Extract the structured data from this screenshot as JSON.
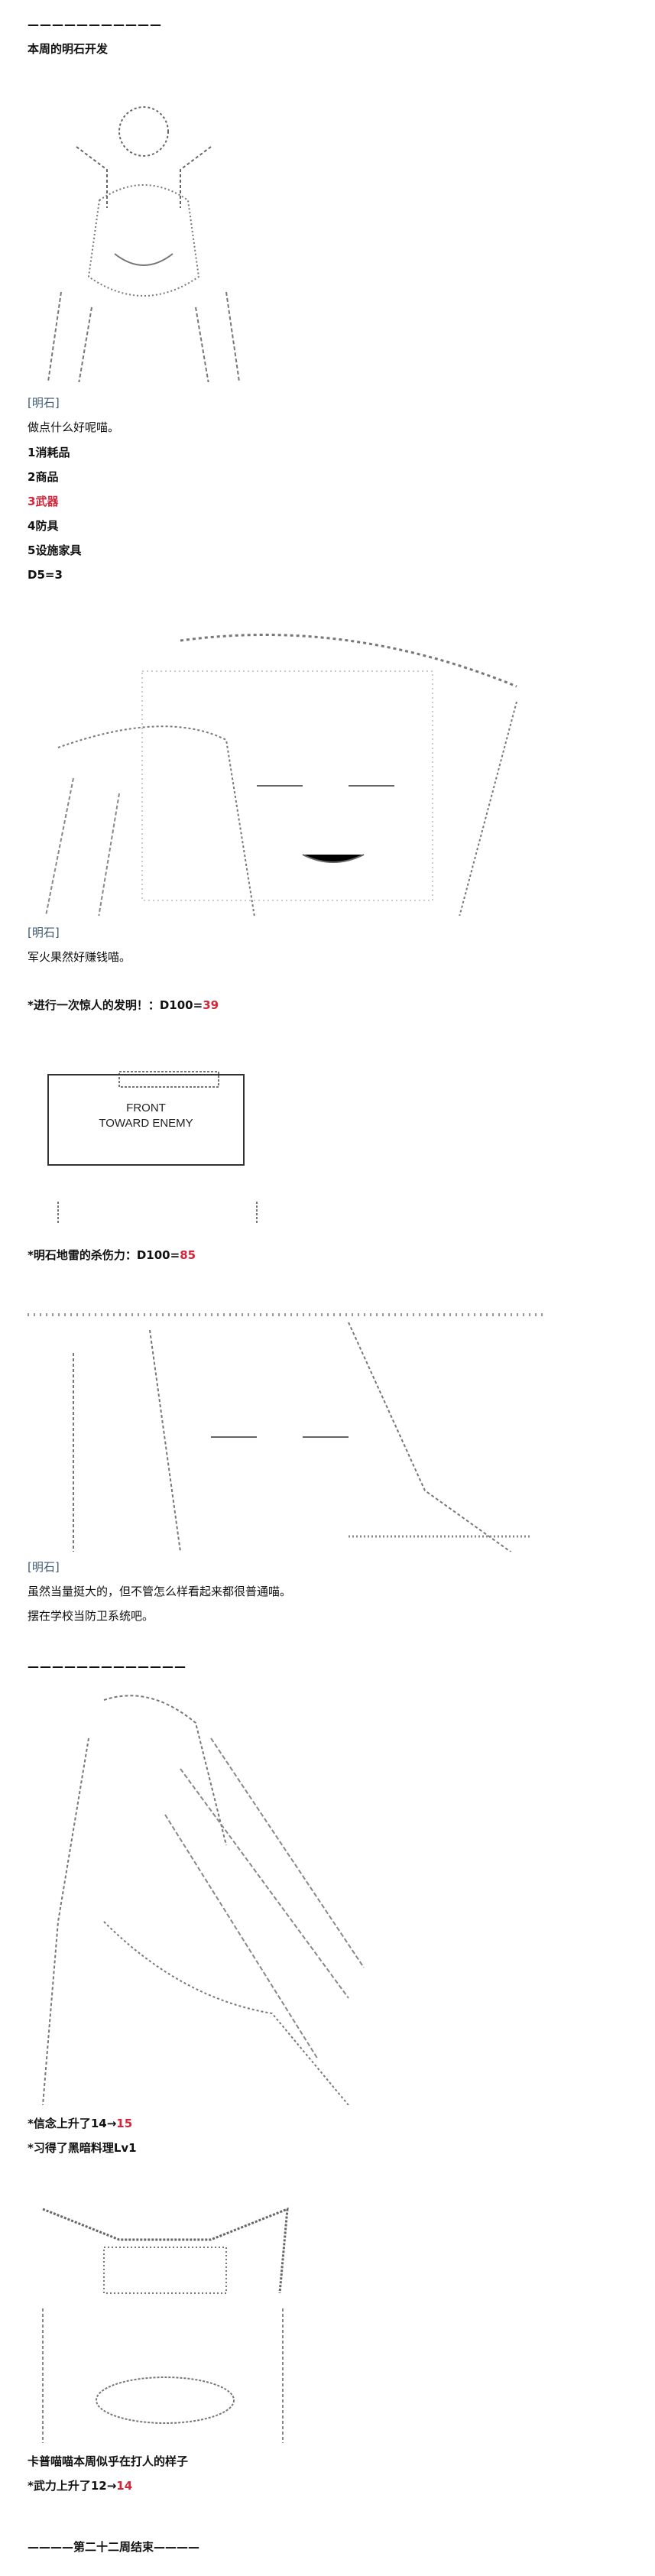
{
  "header": {
    "separator": "———————————",
    "title": "本周的明石开发"
  },
  "block1": {
    "speaker": "[明石]",
    "line": "做点什么好呢喵。",
    "options": [
      {
        "number": "1",
        "label": "消耗品"
      },
      {
        "number": "2",
        "label": "商品"
      },
      {
        "number": "3",
        "label": "武器"
      },
      {
        "number": "4",
        "label": "防具"
      },
      {
        "number": "5",
        "label": "设施家具"
      }
    ],
    "dice": "D5=3"
  },
  "block2": {
    "speaker": "[明石]",
    "line": "军火果然好赚钱喵。",
    "roll_label": "*进行一次惊人的发明！：D100=",
    "roll_value": "39"
  },
  "claymore_sign": {
    "line1": "FRONT",
    "line2": "TOWARD ENEMY"
  },
  "block3": {
    "roll_label": "*明石地雷的杀伤力：D100=",
    "roll_value": "85",
    "speaker": "[明石]",
    "line1": "虽然当量挺大的，但不管怎么样看起来都很普通喵。",
    "line2": "摆在学校当防卫系统吧。"
  },
  "block4": {
    "separator": "—————————————",
    "faith_label": "*信念上升了14→",
    "faith_value": "15",
    "skill": "*习得了黑暗料理Lv1",
    "status": "卡普喵喵本周似乎在打人的样子",
    "power_label": "*武力上升了12→",
    "power_value": "14"
  },
  "footer": {
    "end_text": "————第二十二周结束————"
  },
  "colors": {
    "highlight": "#d6243b",
    "speaker": "#3f5a78",
    "text": "#111111"
  }
}
